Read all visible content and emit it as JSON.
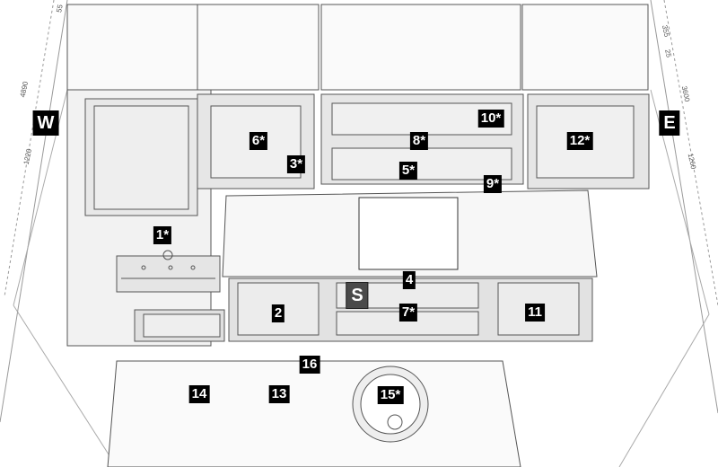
{
  "walls": {
    "west": "W",
    "east": "E"
  },
  "dimensions": {
    "left": [
      "4890",
      "1220",
      "55"
    ],
    "right": [
      "355",
      "25",
      "3600",
      "1260"
    ]
  },
  "labels": {
    "l1": "1*",
    "l2": "2",
    "l3": "3*",
    "l4": "4",
    "l5": "5*",
    "l6": "6*",
    "l7": "7*",
    "l8": "8*",
    "l9": "9*",
    "l10": "10*",
    "l11": "11",
    "l12": "12*",
    "l13": "13",
    "l14": "14",
    "l15": "15*",
    "l16": "16",
    "sink": "S"
  },
  "colors": {
    "label_bg": "#000000",
    "label_text": "#ffffff",
    "line": "#555555"
  }
}
